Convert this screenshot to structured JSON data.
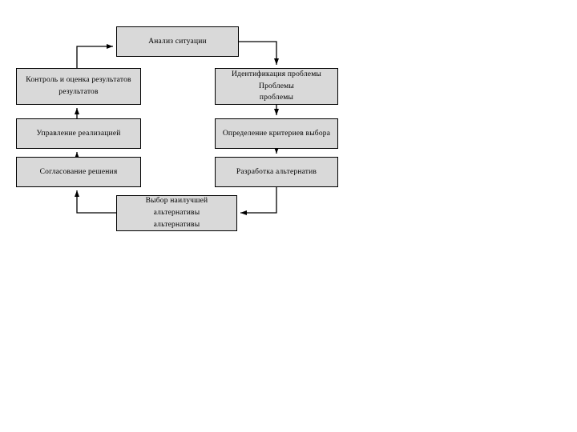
{
  "diagram": {
    "type": "process-cycle-flowchart",
    "language": "ru",
    "background_color": "#ffffff",
    "node_fill_color": "#d9d9d9",
    "node_border_color": "#000000",
    "connector_color": "#000000",
    "nodes": [
      {
        "id": "analysis",
        "lines": [
          "Анализ ситуации"
        ]
      },
      {
        "id": "control",
        "lines": [
          "Контроль и оценка результатов",
          "результатов"
        ]
      },
      {
        "id": "identify",
        "lines": [
          "Идентификация проблемы",
          "Проблемы",
          "проблемы"
        ]
      },
      {
        "id": "manage",
        "lines": [
          "Управление реализацией"
        ]
      },
      {
        "id": "criteria",
        "lines": [
          "Определение критериев выбора"
        ]
      },
      {
        "id": "agree",
        "lines": [
          "Согласование решения"
        ]
      },
      {
        "id": "alternatives",
        "lines": [
          "Разработка альтернатив"
        ]
      },
      {
        "id": "choice",
        "lines": [
          "Выбор наилучшей",
          "альтернативы",
          "альтернативы"
        ]
      }
    ],
    "connectors": [
      {
        "id": "control-to-analysis",
        "from": "control",
        "to": "analysis",
        "direction": "up-right"
      },
      {
        "id": "analysis-to-identify",
        "from": "analysis",
        "to": "identify",
        "direction": "right-down"
      },
      {
        "id": "identify-to-criteria",
        "from": "identify",
        "to": "criteria",
        "direction": "down"
      },
      {
        "id": "criteria-to-alternatives",
        "from": "criteria",
        "to": "alternatives",
        "direction": "down"
      },
      {
        "id": "alternatives-to-choice",
        "from": "alternatives",
        "to": "choice",
        "direction": "down-left"
      },
      {
        "id": "choice-to-agree",
        "from": "choice",
        "to": "agree",
        "direction": "left-up"
      },
      {
        "id": "agree-to-manage",
        "from": "agree",
        "to": "manage",
        "direction": "up"
      },
      {
        "id": "manage-to-control",
        "from": "manage",
        "to": "control",
        "direction": "up"
      }
    ]
  }
}
